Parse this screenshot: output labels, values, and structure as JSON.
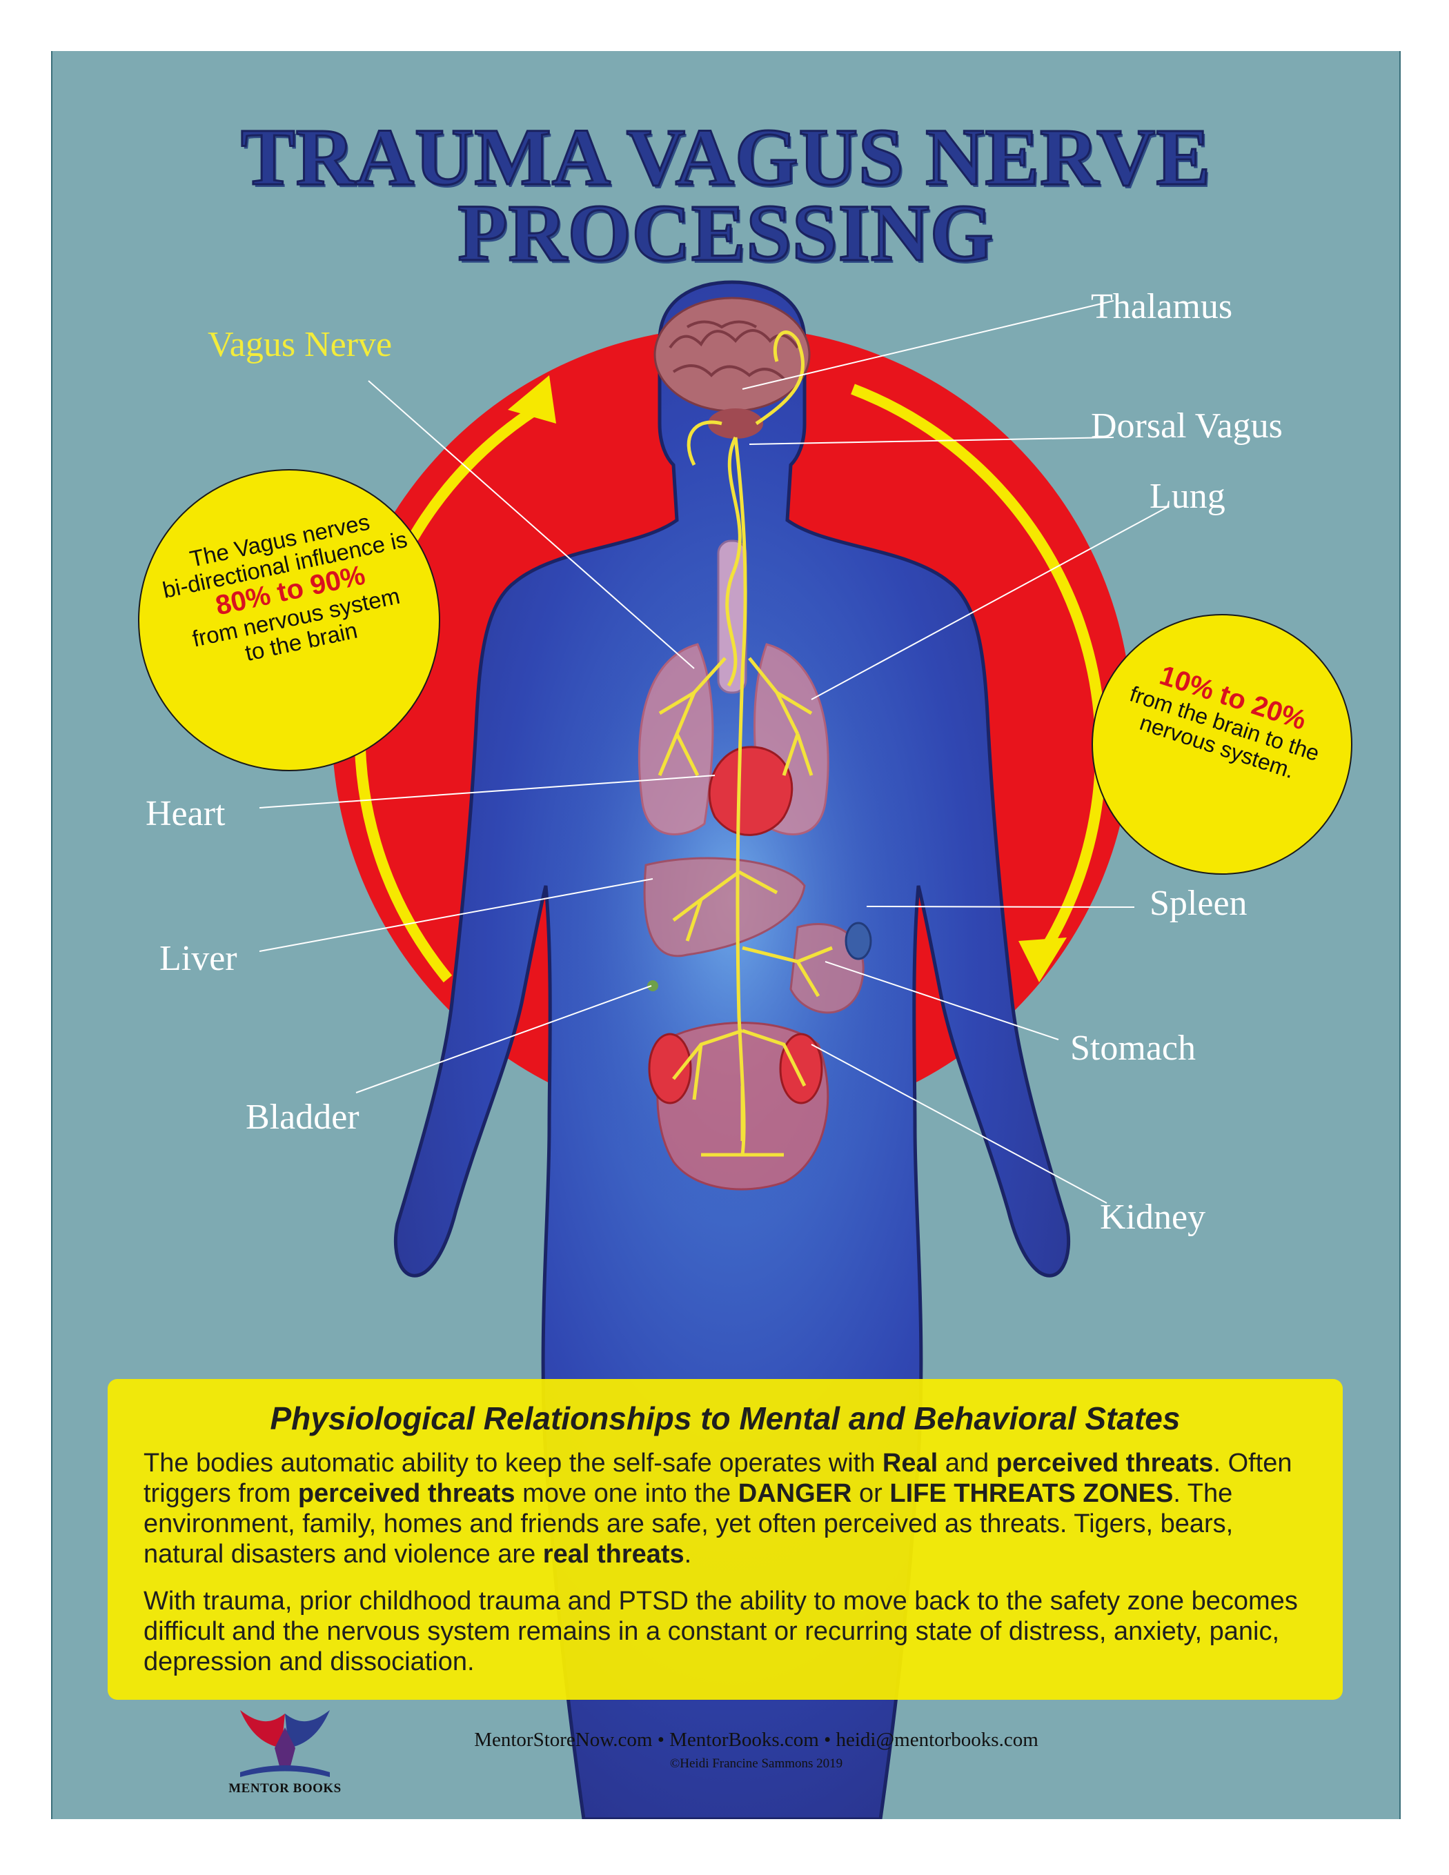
{
  "title": {
    "line1": "TRAUMA VAGUS NERVE",
    "line2": "PROCESSING"
  },
  "labels": {
    "vagus_nerve": "Vagus Nerve",
    "thalamus": "Thalamus",
    "dorsal_vagus": "Dorsal Vagus",
    "lung": "Lung",
    "heart": "Heart",
    "liver": "Liver",
    "bladder": "Bladder",
    "spleen": "Spleen",
    "stomach": "Stomach",
    "kidney": "Kidney"
  },
  "left_bubble": {
    "line1": "The Vagus nerves",
    "line2": "bi-directional influence is",
    "percent": "80% to 90%",
    "line3": "from nervous system",
    "line4": "to the brain"
  },
  "right_bubble": {
    "percent": "10% to 20%",
    "line1": "from the brain to the",
    "line2": "nervous system."
  },
  "info": {
    "title": "Physiological Relationships to Mental and Behavioral States",
    "p1": {
      "t1": "The bodies automatic ability to keep the self-safe operates with ",
      "b1": "Real",
      "t2": " and ",
      "b2": "perceived threats",
      "t3": ". Often triggers from ",
      "b3": "perceived threats",
      "t4": " move one into the ",
      "b4": "DANGER",
      "t5": " or ",
      "b5": "LIFE THREATS ZONES",
      "t6": ". The environment, family, homes and friends are safe, yet often perceived as threats. Tigers, bears, natural disasters and violence are ",
      "b6": "real threats",
      "t7": "."
    },
    "p2": "With trauma, prior childhood trauma and PTSD the ability to move back to the safety zone becomes difficult and the nervous system remains in a constant or recurring state of distress, anxiety, panic, depression and dissociation."
  },
  "footer": {
    "links": "MentorStoreNow.com • MentorBooks.com • heidi@mentorbooks.com",
    "copyright": "©Heidi Francine Sammons 2019",
    "logo_text": "MENTOR BOOKS"
  },
  "colors": {
    "background": "#7eaab2",
    "body": "#3046b0",
    "circle": "#e8141c",
    "arrow": "#f6e800",
    "nerve": "#f3e23a",
    "title": "#283a8f"
  }
}
